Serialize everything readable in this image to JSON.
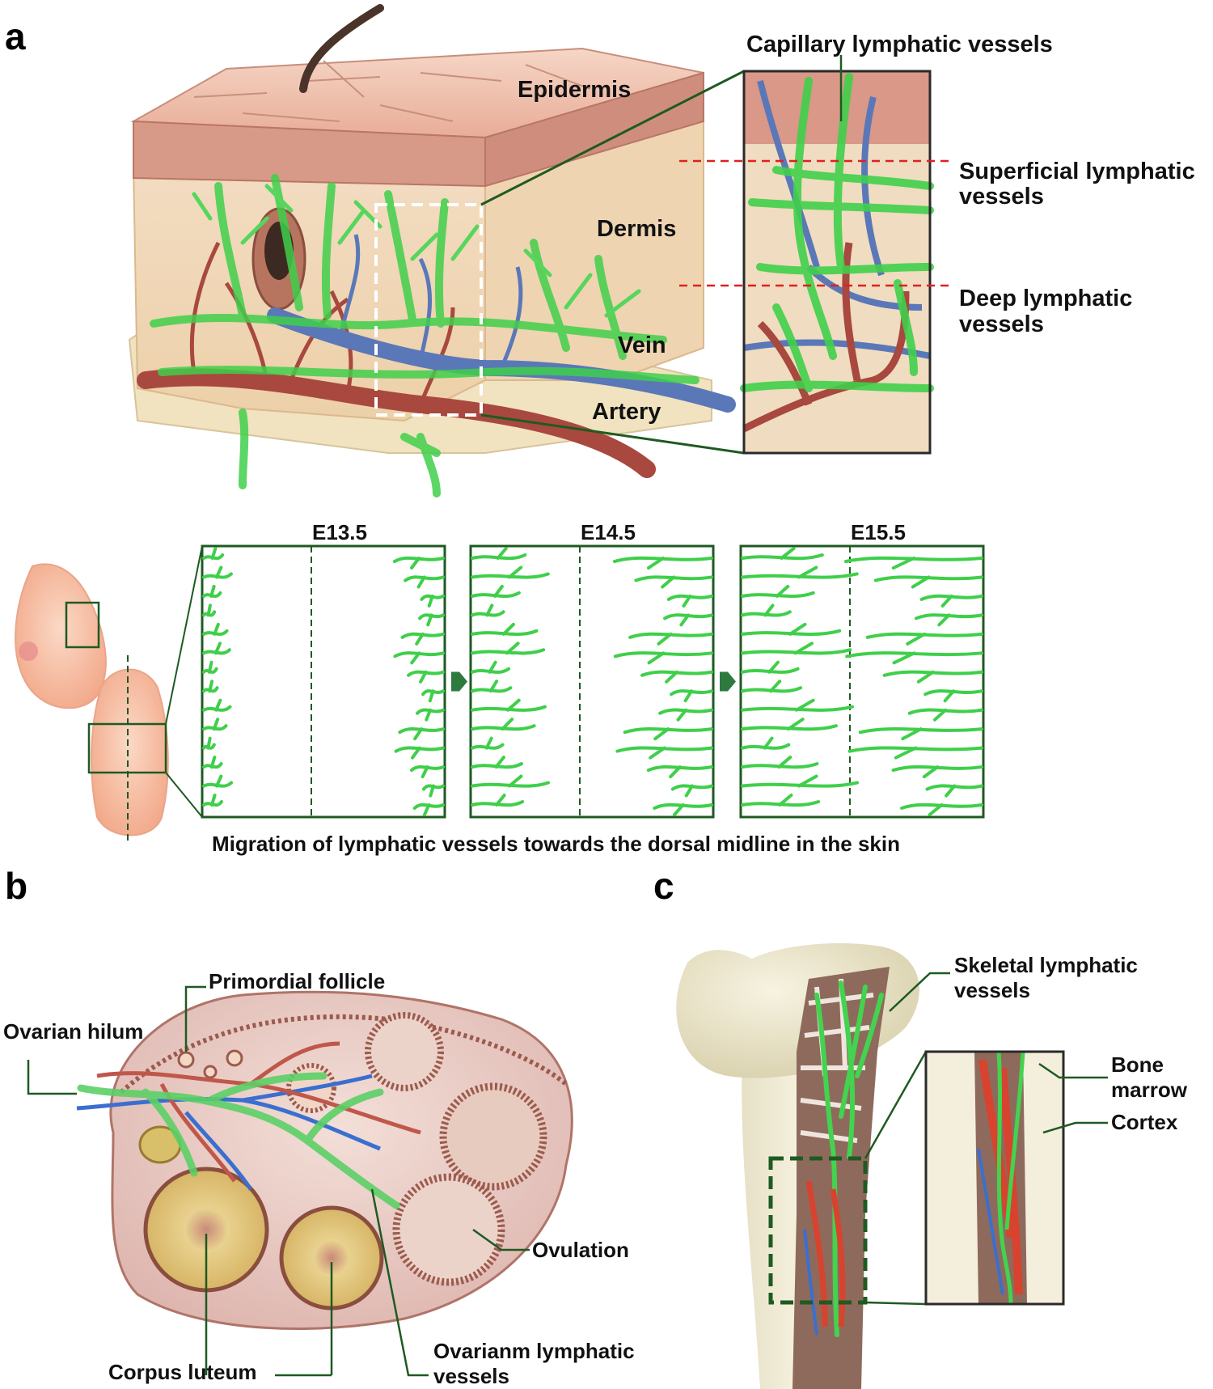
{
  "panels": {
    "a": {
      "letter": "a",
      "labels": {
        "capillary": "Capillary lymphatic vessels",
        "epidermis": "Epidermis",
        "superficial": "Superficial lymphatic vessels",
        "superficial_line1": "Superficial lymphatic",
        "superficial_line2": "vessels",
        "dermis": "Dermis",
        "deep_line1": "Deep lymphatic",
        "deep_line2": "vessels",
        "vein": "Vein",
        "artery": "Artery"
      },
      "stages": [
        "E13.5",
        "E14.5",
        "E15.5"
      ],
      "caption": "Migration of lymphatic vessels towards the dorsal midline in the skin"
    },
    "b": {
      "letter": "b",
      "labels": {
        "primordial_follicle": "Primordial follicle",
        "ovarian_hilum": "Ovarian hilum",
        "ovulation": "Ovulation",
        "corpus_luteum": "Corpus luteum",
        "ovarian_lymph_line1": "Ovarianm lymphatic",
        "ovarian_lymph_line2": "vessels"
      }
    },
    "c": {
      "letter": "c",
      "labels": {
        "skeletal_line1": "Skeletal lymphatic",
        "skeletal_line2": "vessels",
        "bone_marrow_line1": "Bone",
        "bone_marrow_line2": "marrow",
        "cortex": "Cortex"
      }
    }
  },
  "colors": {
    "lymphatic": "#3fcf4a",
    "vein": "#5a78b8",
    "artery": "#a8483e",
    "skin": "#f1c2b0",
    "frame_green": "#1e5a22",
    "guide_red": "#e02020",
    "bone": "#ece7cf"
  }
}
